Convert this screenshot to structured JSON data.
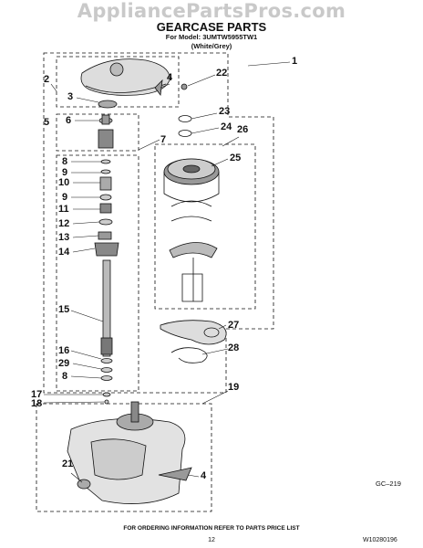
{
  "watermark": "AppliancePartsPros.com",
  "title": "GEARCASE PARTS",
  "model_line": "For Model: 3UMTW5955TW1",
  "color_line": "(White/Grey)",
  "callouts": {
    "c1": "1",
    "c2": "2",
    "c3": "3",
    "c4a": "4",
    "c4b": "4",
    "c5": "5",
    "c6": "6",
    "c7": "7",
    "c8a": "8",
    "c8b": "8",
    "c9a": "9",
    "c9b": "9",
    "c10": "10",
    "c11": "11",
    "c12": "12",
    "c13": "13",
    "c14": "14",
    "c15": "15",
    "c16": "16",
    "c17": "17",
    "c18": "18",
    "c19": "19",
    "c21": "21",
    "c22": "22",
    "c23": "23",
    "c24": "24",
    "c25": "25",
    "c26": "26",
    "c27": "27",
    "c28": "28",
    "c29": "29"
  },
  "diagram_code": "GC–219",
  "footer_note": "FOR ORDERING INFORMATION REFER TO PARTS PRICE LIST",
  "page_number": "12",
  "document_number": "W10280196"
}
